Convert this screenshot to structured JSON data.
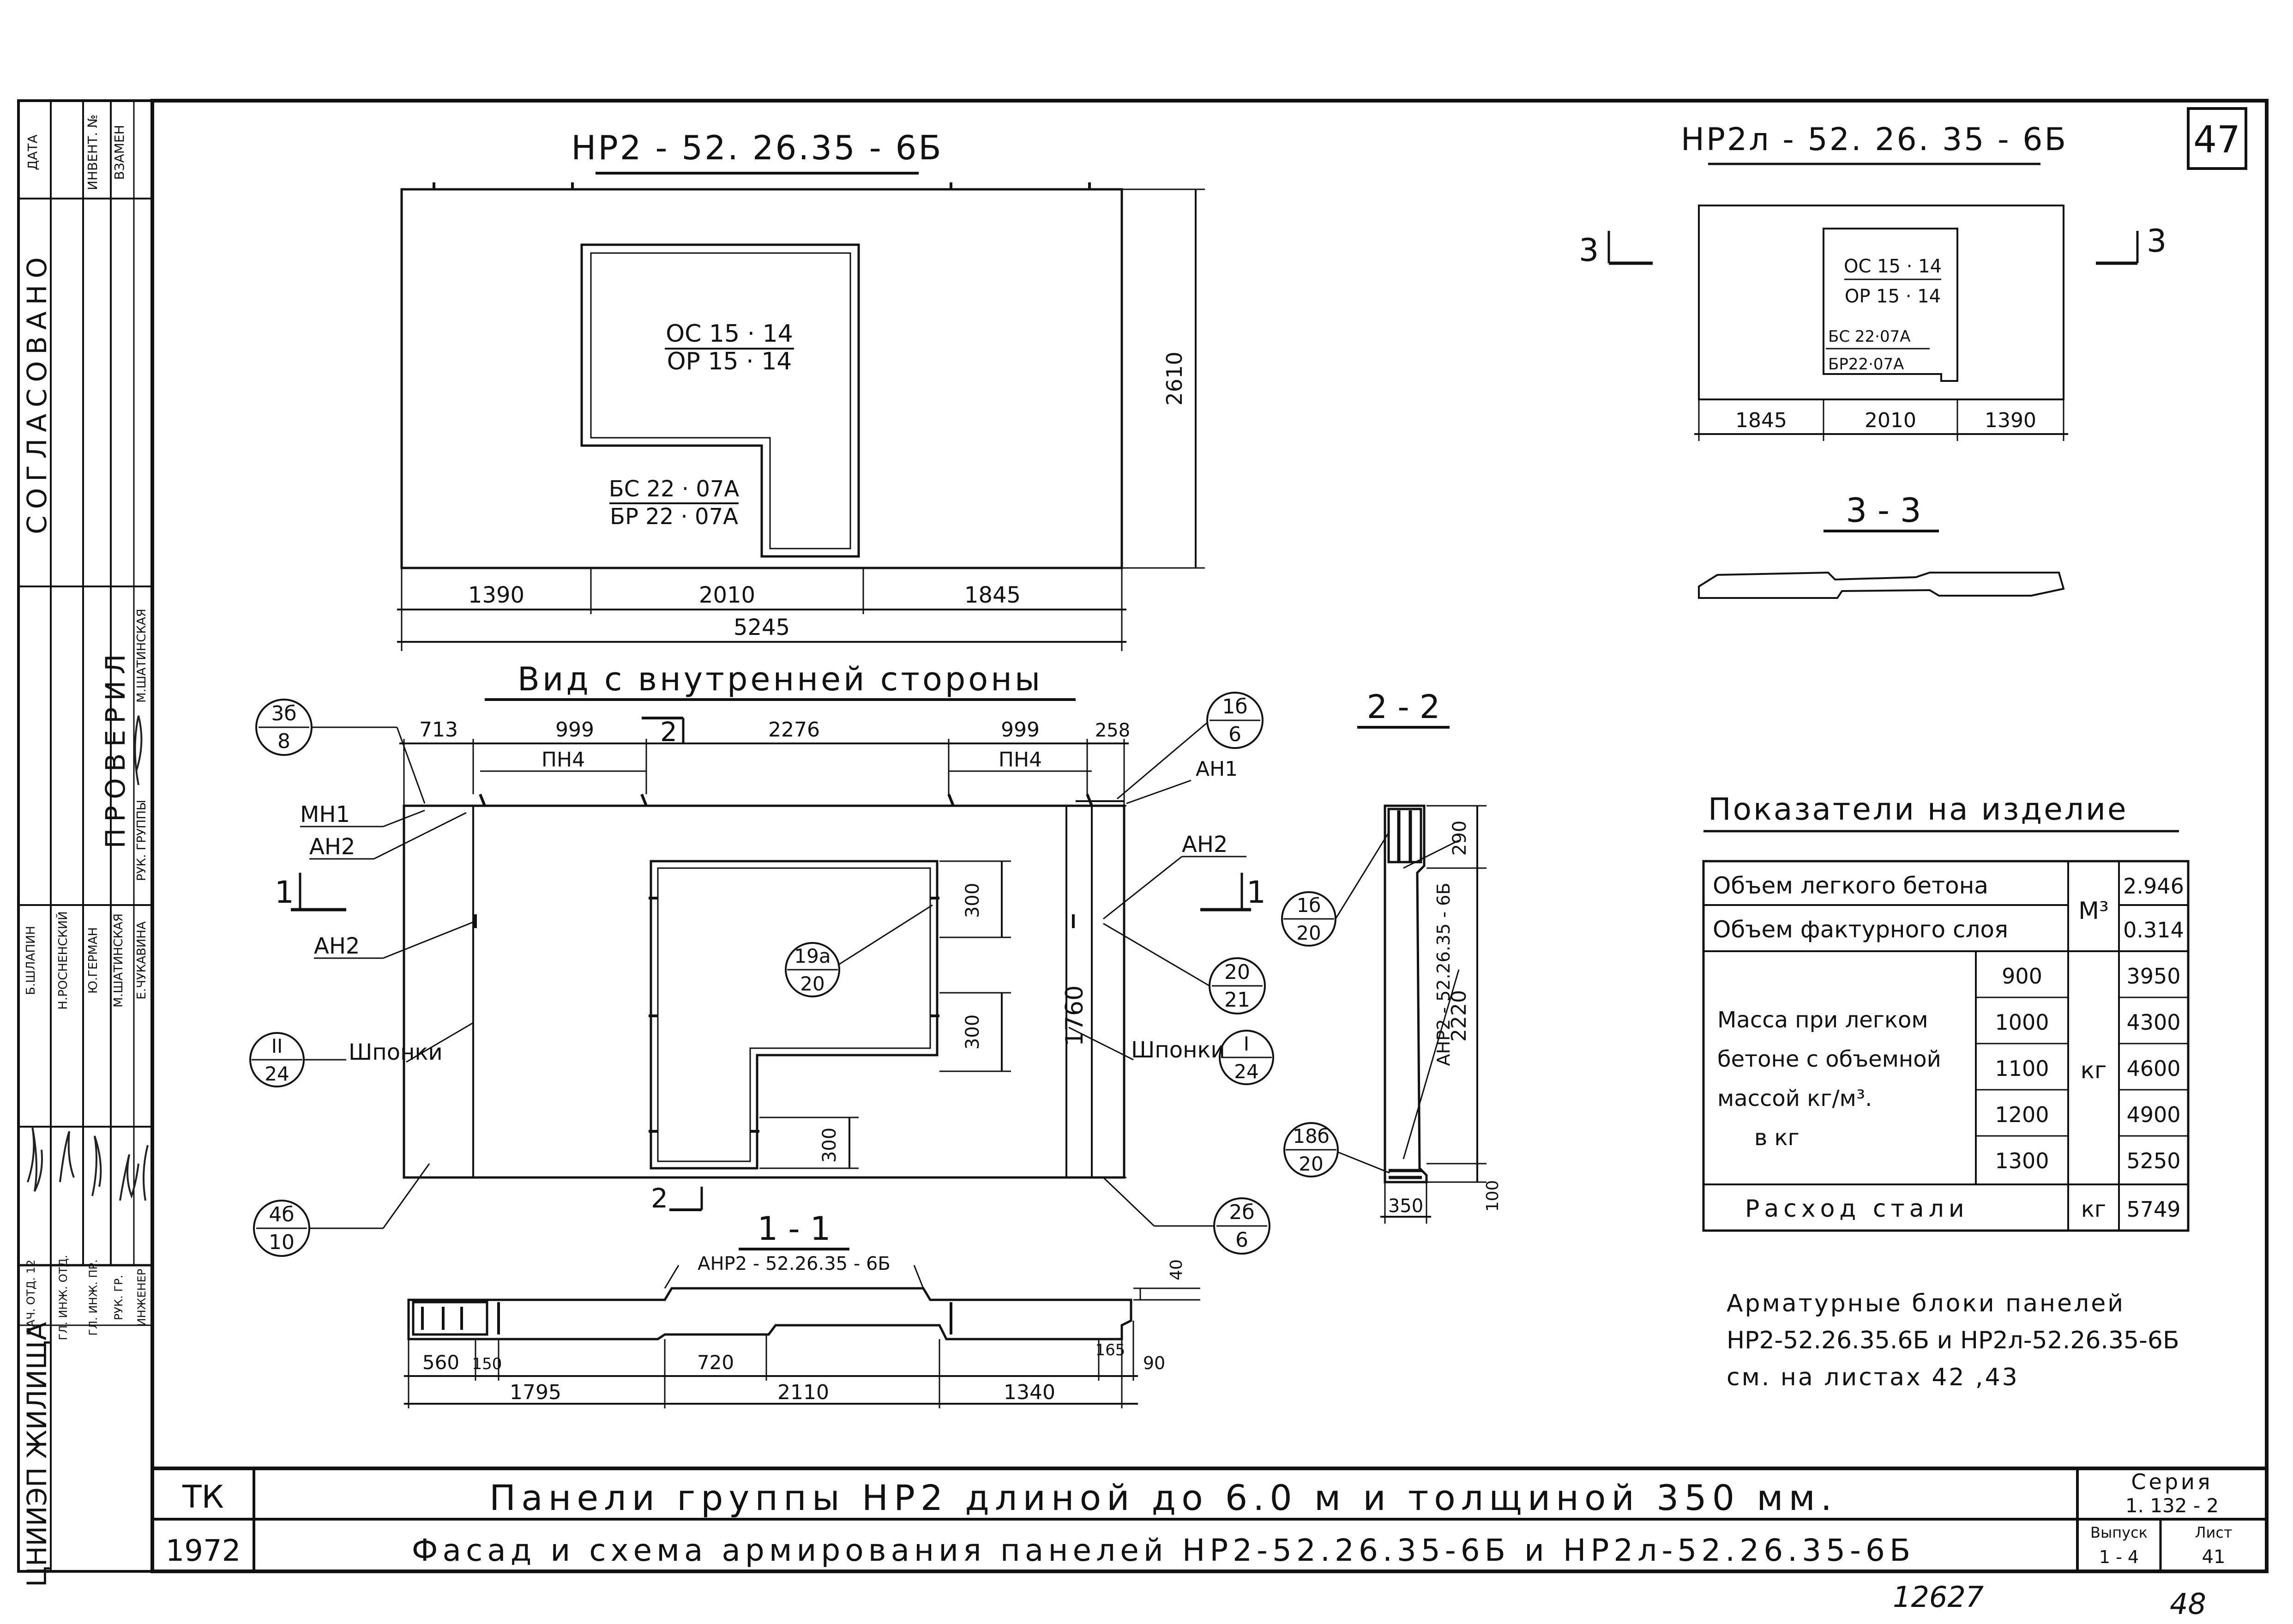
{
  "sheet_number_top": "47",
  "sheet_number_bottom": "48",
  "inventory_number": "12627",
  "left_strip": {
    "approved": "СОГЛАСОВАНО",
    "checked": "ПРОВЕРИЛ",
    "org": "ЦНИИЭП ЖИЛИЩА",
    "header_cells": [
      "ДАТА",
      "ИНВЕНТ. №",
      "ВЗАМЕН"
    ],
    "roles": [
      "НАЧ. ОТД. 12",
      "ГЛ. ИНЖ. ОТД.",
      "ГЛ. ИНЖ. ПР.",
      "РУК. ГР.",
      "ИНЖЕНЕР"
    ],
    "names": [
      "Б.ШЛАПИН",
      "Н.РОСНЕНСКИЙ",
      "Ю.ГЕРМАН",
      "М.ШАТИНСКАЯ",
      "Е.ЧУКАВИНА"
    ],
    "checked_role": "РУК. ГРУППЫ",
    "checked_name": "М.ШАТИНСКАЯ"
  },
  "panel_main": {
    "title": "НР2 - 52. 26.35 - 6Б",
    "window_top": "ОС 15 · 14",
    "window_bottom": "ОР 15 · 14",
    "door_top": "БС 22 · 07А",
    "door_bottom": "БР 22 · 07А",
    "height": "2610",
    "dims": [
      "1390",
      "2010",
      "1845"
    ],
    "total": "5245"
  },
  "panel_mirror": {
    "title": "НР2л - 52. 26. 35 - 6Б",
    "window_top": "ОС 15 · 14",
    "window_bottom": "ОР 15 · 14",
    "door_top": "БС 22·07А",
    "door_bottom": "БР22·07А",
    "dims": [
      "1845",
      "2010",
      "1390"
    ],
    "cut_left": "3",
    "cut_right": "3",
    "section_title": "3 - 3"
  },
  "inner_view": {
    "title": "Вид с внутренней стороны",
    "top_dims": [
      "713",
      "999",
      "2276",
      "999",
      "258"
    ],
    "pn_left": "ПН4",
    "pn_right": "ПН4",
    "cut_2_top": "2",
    "cut_2_bottom": "2",
    "cut_1_left": "1",
    "cut_1_right": "1",
    "dims_right": [
      "300",
      "300",
      "300"
    ],
    "height": "1760",
    "labels": {
      "mn1": "МН1",
      "an2_a": "АН2",
      "an2_b": "АН2",
      "an2_c": "АН2",
      "an1": "АН1",
      "shponki_l": "Шпонки",
      "shponki_r": "Шпонки"
    },
    "callouts": [
      {
        "top": "3б",
        "bottom": "8"
      },
      {
        "top": "1б",
        "bottom": "6"
      },
      {
        "top": "19а",
        "bottom": "20"
      },
      {
        "top": "20",
        "bottom": "21"
      },
      {
        "top": "II",
        "bottom": "24"
      },
      {
        "top": "I",
        "bottom": "24"
      },
      {
        "top": "4б",
        "bottom": "10"
      },
      {
        "top": "2б",
        "bottom": "6"
      }
    ]
  },
  "section_11": {
    "title": "1 - 1",
    "label": "АНР2 - 52.26.35 - 6Б",
    "dims_top": [
      "560",
      "150",
      "720",
      "165",
      "90"
    ],
    "dims_bottom": [
      "1795",
      "2110",
      "1340"
    ],
    "side": "40"
  },
  "section_22": {
    "title": "2 - 2",
    "label": "АНР2 - 52.26.35 - 6Б",
    "dims": [
      "290",
      "2220",
      "100"
    ],
    "width": "350",
    "callouts": [
      {
        "top": "1б",
        "bottom": "20"
      },
      {
        "top": "18б",
        "bottom": "20"
      }
    ]
  },
  "indicators": {
    "title": "Показатели на изделие",
    "rows": [
      {
        "label": "Объем легкого бетона",
        "unit": "М³",
        "value": "2.946"
      },
      {
        "label": "Объем фактурного слоя",
        "unit": "",
        "value": "0.314"
      }
    ],
    "mass_label_lines": [
      "Масса при легком",
      "бетоне с объемной",
      "массой кг/м³.",
      "в кг"
    ],
    "mass_unit": "кг",
    "densities": [
      "900",
      "1000",
      "1100",
      "1200",
      "1300"
    ],
    "masses": [
      "3950",
      "4300",
      "4600",
      "4900",
      "5250"
    ],
    "steel_label": "Расход стали",
    "steel_unit": "кг",
    "steel_value": "5749"
  },
  "note": [
    "Арматурные блоки панелей",
    "НР2-52.26.35.6Б и НР2л-52.26.35-6Б",
    "см. на листах 42 ,43"
  ],
  "title_block": {
    "tk": "ТК",
    "year": "1972",
    "line1": "Панели группы НР2 длиной до 6.0 м и толщиной 350 мм.",
    "line2": "Фасад и схема армирования панелей НР2-52.26.35-6Б и НР2л-52.26.35-6Б",
    "series_label": "Серия",
    "series_value": "1. 132 - 2",
    "issue_label": "Выпуск",
    "issue_value": "1 - 4",
    "sheet_label": "Лист",
    "sheet_value": "41"
  }
}
